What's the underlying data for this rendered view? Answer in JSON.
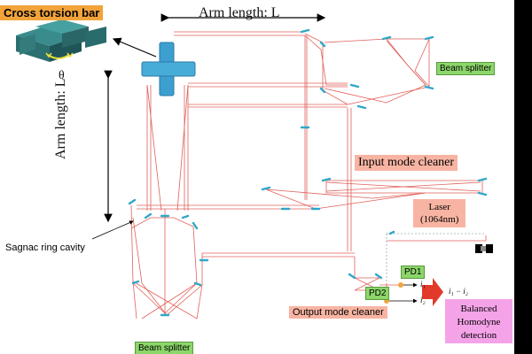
{
  "labels": {
    "cross_torsion_bar": "Cross torsion bar",
    "theta": "θ",
    "arm_length_horizontal": "Arm length: L",
    "arm_length_vertical": "Arm length: L",
    "beam_splitter_top": "Beam splitter",
    "beam_splitter_bottom": "Beam splitter",
    "input_mode_cleaner": "Input mode cleaner",
    "laser_line1": "Laser",
    "laser_line2": "(1064nm)",
    "sagnac_ring_cavity": "Sagnac ring cavity",
    "pd1": "PD1",
    "pd2": "PD2",
    "output_mode_cleaner": "Output mode cleaner",
    "signal_1": "i₁",
    "signal_2": "i₂",
    "signal_diff": "i₁ − i₂",
    "bhd_line1": "Balanced",
    "bhd_line2": "Homodyne",
    "bhd_line3": "detection"
  },
  "colors": {
    "beam": "#e0605a",
    "mirror": "#2fa7c8",
    "cross_bar": "#3c9fd0",
    "label_orange": "#f2a33a",
    "label_green": "#8cd66a",
    "label_salmon": "#f8b4a3",
    "label_pink": "#f5a3e8",
    "arrow_red": "#e23a2a"
  }
}
